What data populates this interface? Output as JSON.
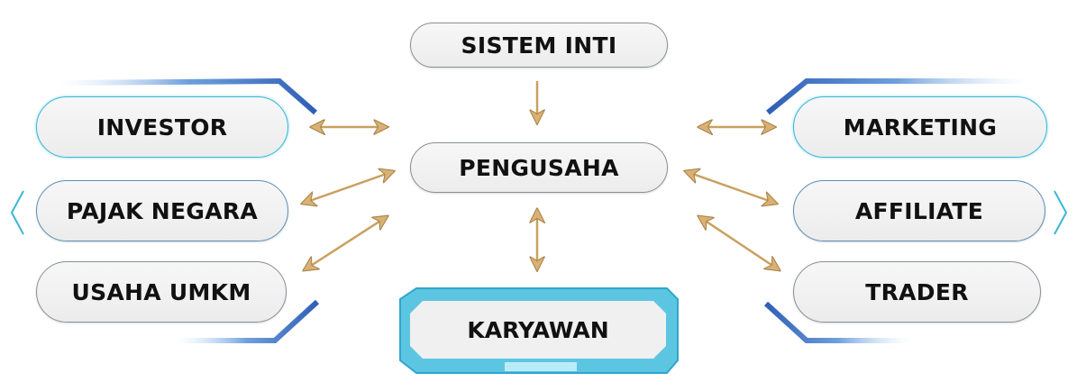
{
  "nodes": {
    "sistem_inti": "SISTEM INTI",
    "pengusaha": "PENGUSAHA",
    "karyawan": "KARYAWAN",
    "investor": "INVESTOR",
    "pajak_negara": "PAJAK NEGARA",
    "usaha_umkm": "USAHA UMKM",
    "marketing": "MARKETING",
    "affiliate": "AFFILIATE",
    "trader": "TRADER"
  },
  "colors": {
    "arrow": "#c9a060",
    "accent_cyan": "#3bb6d6",
    "accent_blue": "#3a6fc4"
  }
}
